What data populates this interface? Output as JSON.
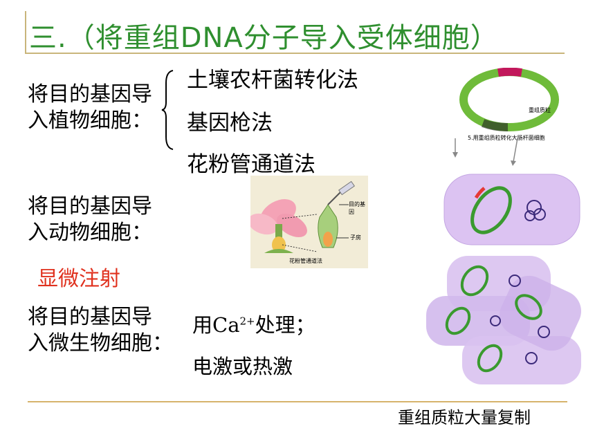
{
  "title": "三.（将重组DNA分子导入受体细胞）",
  "sections": {
    "plant": {
      "label_line1": "将目的基因导",
      "label_line2": "入植物细胞：",
      "methods": [
        "土壤农杆菌转化法",
        "基因枪法",
        "花粉管通道法"
      ]
    },
    "animal": {
      "label_line1": "将目的基因导",
      "label_line2": "入动物细胞：",
      "method": "显微注射"
    },
    "microbe": {
      "label_line1": "将目的基因导",
      "label_line2": "入微生物细胞：",
      "method1_prefix": "用Ca",
      "method1_sup": "2+",
      "method1_suffix": "处理；",
      "method2": "电激或热激"
    }
  },
  "figures": {
    "flower": {
      "label_gene": "目的基因",
      "label_ovary": "子房",
      "caption": "花粉管通道法"
    },
    "plasmid": {
      "label": "重组质粒",
      "caption": "5.用重组质粒转化大肠杆菌细胞"
    }
  },
  "footer": "重组质粒大量复制",
  "colors": {
    "title": "#2f8f2f",
    "accent_red": "#e0311e",
    "rule": "#c9b57a"
  }
}
